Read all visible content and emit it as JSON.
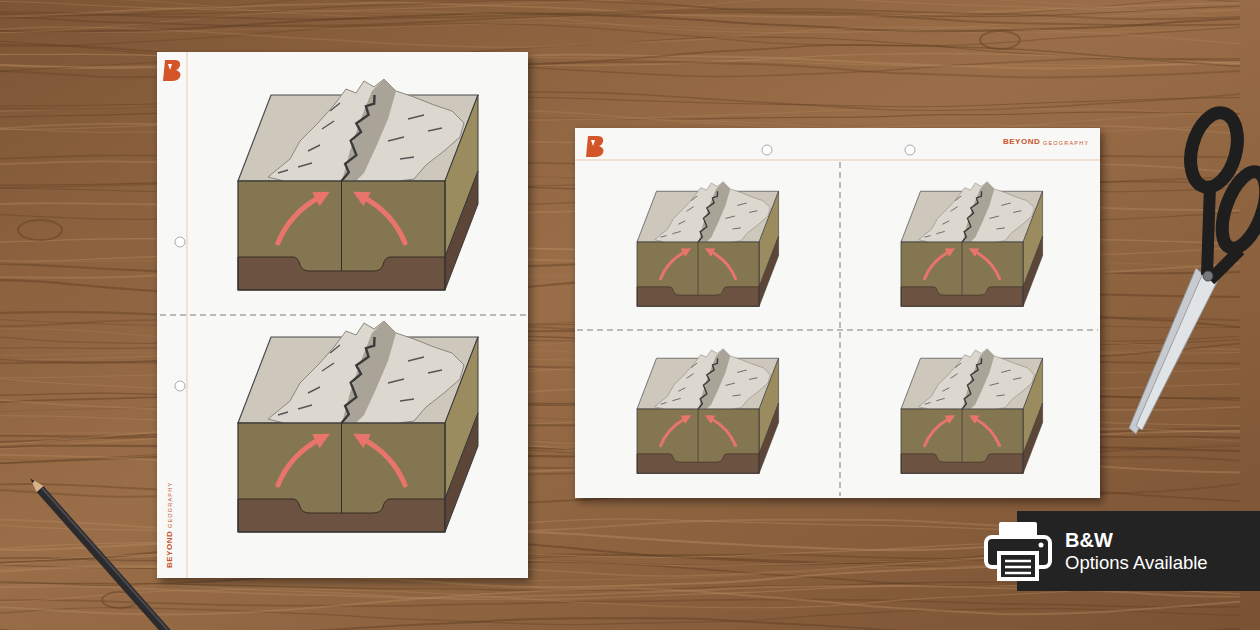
{
  "diagram": {
    "nodes": [
      {
        "text": [
          "B&W",
          "Options Available"
        ]
      }
    ],
    "labels": [
      "BEYOND",
      "GEOGRAPHY",
      "BEYOND",
      "GEOGRAPHY"
    ]
  }
}
